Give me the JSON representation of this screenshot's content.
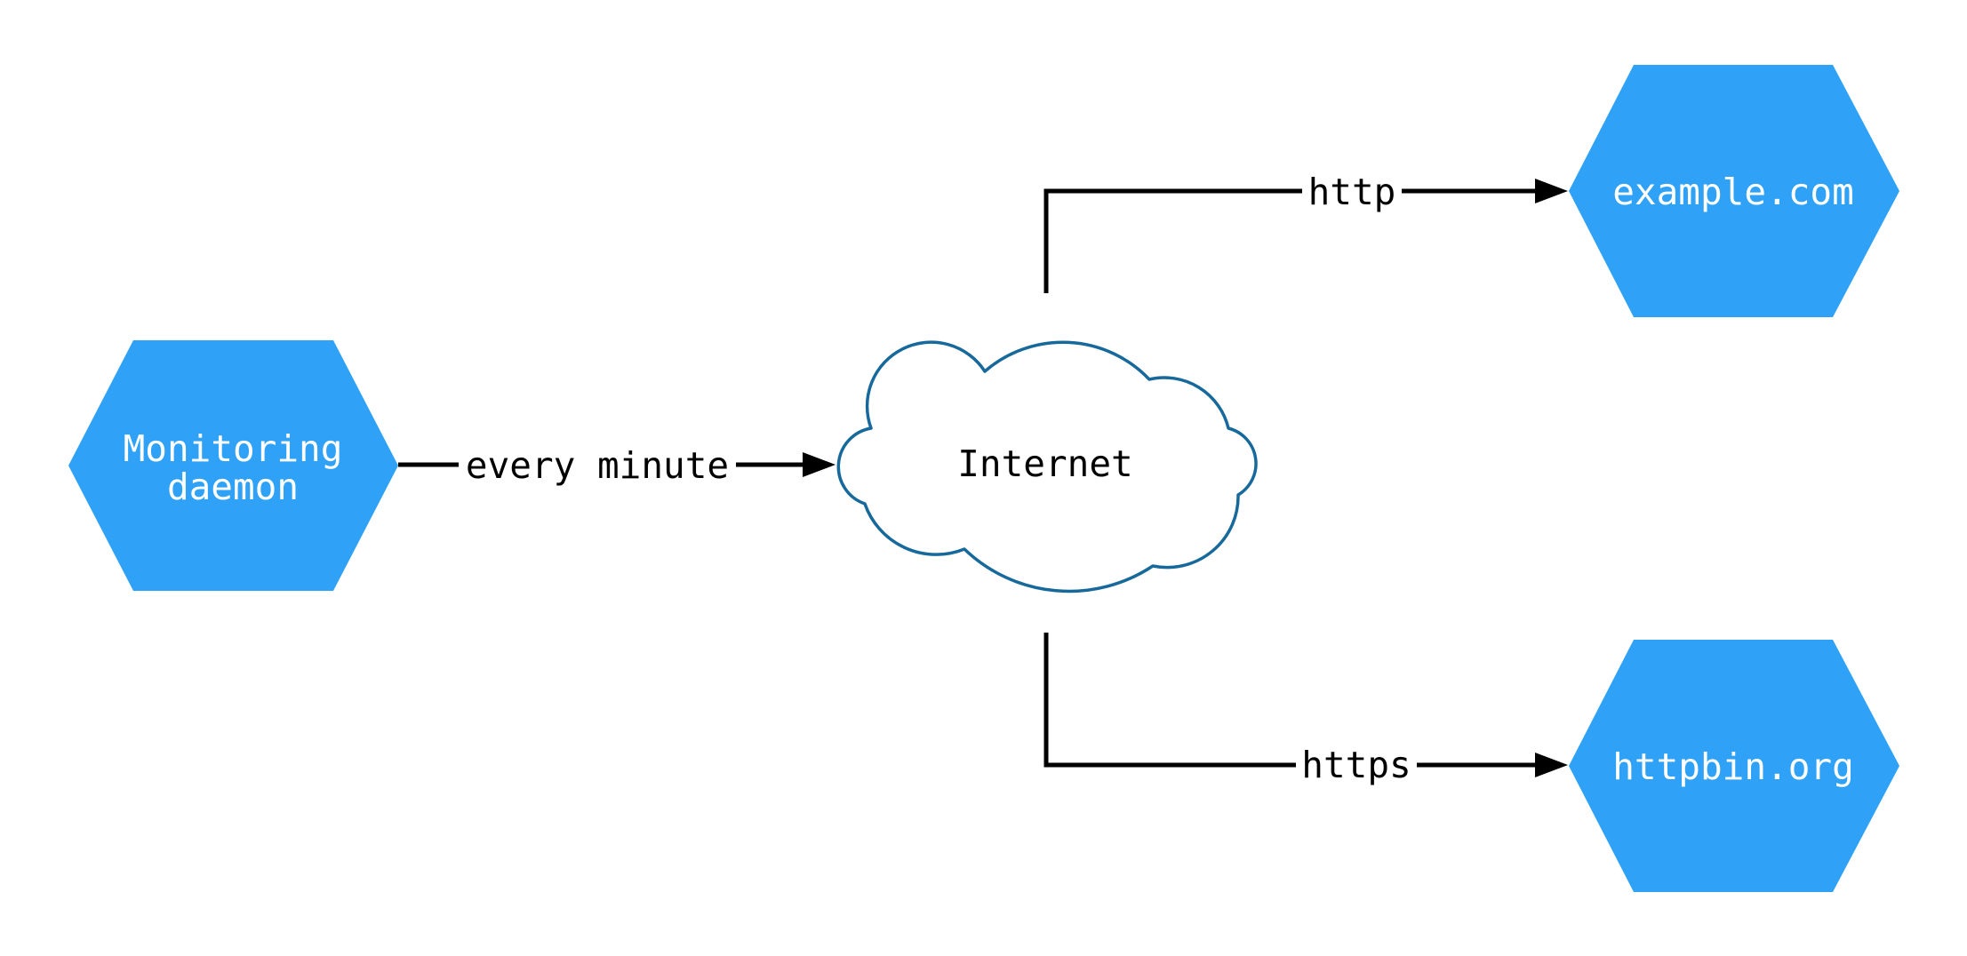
{
  "diagram": {
    "type": "network-diagram",
    "colors": {
      "node_fill": "#2fa2f7",
      "node_text": "#ffffff",
      "cloud_stroke": "#17699c",
      "cloud_fill": "#ffffff",
      "edge_color": "#000000",
      "edge_label_text": "#000000",
      "background": "#ffffff"
    },
    "nodes": {
      "monitoring": {
        "shape": "hexagon",
        "label": "Monitoring daemon",
        "lines": [
          "Monitoring",
          "daemon"
        ]
      },
      "internet": {
        "shape": "cloud",
        "label": "Internet"
      },
      "example": {
        "shape": "hexagon",
        "label": "example.com"
      },
      "httpbin": {
        "shape": "hexagon",
        "label": "httpbin.org"
      }
    },
    "edges": [
      {
        "from": "Monitoring daemon",
        "to": "Internet",
        "label": "every minute"
      },
      {
        "from": "Internet",
        "to": "example.com",
        "label": "http"
      },
      {
        "from": "Internet",
        "to": "httpbin.org",
        "label": "https"
      }
    ]
  }
}
